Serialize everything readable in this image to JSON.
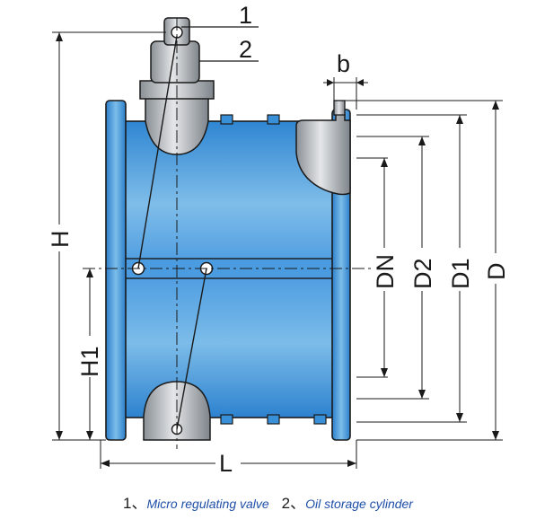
{
  "callouts": [
    "1",
    "2"
  ],
  "dimensions": {
    "height": "H",
    "height_1": "H1",
    "length": "L",
    "flange_thickness": "b",
    "nominal_diameter": "DN",
    "diameter_2": "D2",
    "diameter_1": "D1",
    "outer_diameter": "D"
  },
  "legend": [
    {
      "number": "1、",
      "label": "Micro regulating valve"
    },
    {
      "number": "2、",
      "label": "Oil storage cylinder"
    }
  ],
  "colors": {
    "body": "#3a90d8",
    "body_light": "#6fb3ea",
    "metal": "#9aa0a6",
    "metal_light": "#d8dbde",
    "outline": "#1a1a1a",
    "caption": "#1f4fa8"
  }
}
